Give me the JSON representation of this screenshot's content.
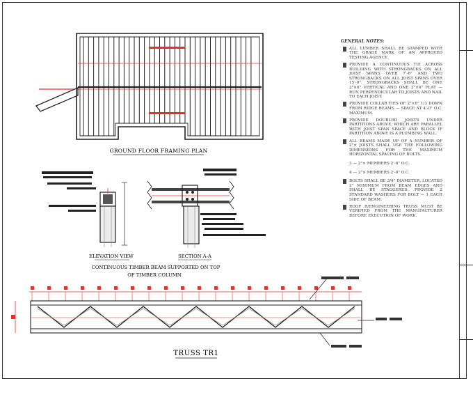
{
  "titles": {
    "plan": "GROUND FLOOR FRAMING PLAN",
    "elevation": "ELEVATION VIEW",
    "section": "SECTION A-A",
    "beam_line1": "CONTINUOUS TIMBER BEAM SUPPORTED ON TOP",
    "beam_line2": "OF TIMBER COLUMN",
    "truss": "TRUSS TR1"
  },
  "notes": {
    "header": "GENERAL NOTES:",
    "items": [
      "ALL LUMBER SHALL BE STAMPED WITH THE GRADE MARK OF AN APPROVED TESTING AGENCY.",
      "PROVIDE A CONTINUOUS TIE ACROSS BUILDING WITH STRONGBACKS ON ALL JOIST SPANS OVER 7'-6\" AND TWO STRONGBACKS ON ALL JOIST SPANS OVER 15'-0\". STRONGBACKS SHALL BE ONE 2\"×6\" VERTICAL AND ONE 2\"×4\" FLAT — RUN PERPENDICULAR TO JOISTS AND NAIL TO EACH JOIST.",
      "PROVIDE COLLAR TIES OF 2\"×6\" 1/3 DOWN FROM RIDGE BEAMS — SPACE AT 4'-0\" O.C. MAXIMUM.",
      "PROVIDE DOUBLED JOISTS UNDER PARTITIONS ABOVE, WHICH ARE PARALLEL WITH JOIST SPAN SPACE AND BLOCK IF PARTITION ABOVE IS A PLUMBING WALL.",
      "ALL BEAMS MADE UP OF A NUMBER OF 2\"× JOISTS SHALL USE THE FOLLOWING DIMENSIONS FOR THE MAXIMUM HORIZONTAL SPACING OF BOLTS."
    ],
    "sub1": "3 — 2\"× MEMBERS      2'-6\" O.C.",
    "sub2": "4 — 2\"× MEMBERS      2'-0\" O.C.",
    "items2": [
      "BOLTS SHALL BE 3/4\" DIAMETER, LOCATED 2\" MINIMUM FROM BEAM EDGES AND SHALL BE STAGGERED. PROVIDE 2 STANDARD WASHERS FOR BOLT — 1 EACH SIDE OF BEAM.",
      "ROOF R/ENGINEERING TRUSS MUST BE VERIFIED FROM THE MANUFACTURER BEFORE EXECUTION OF WORK."
    ]
  },
  "colors": {
    "line": "#333333",
    "accent": "#e03030"
  }
}
